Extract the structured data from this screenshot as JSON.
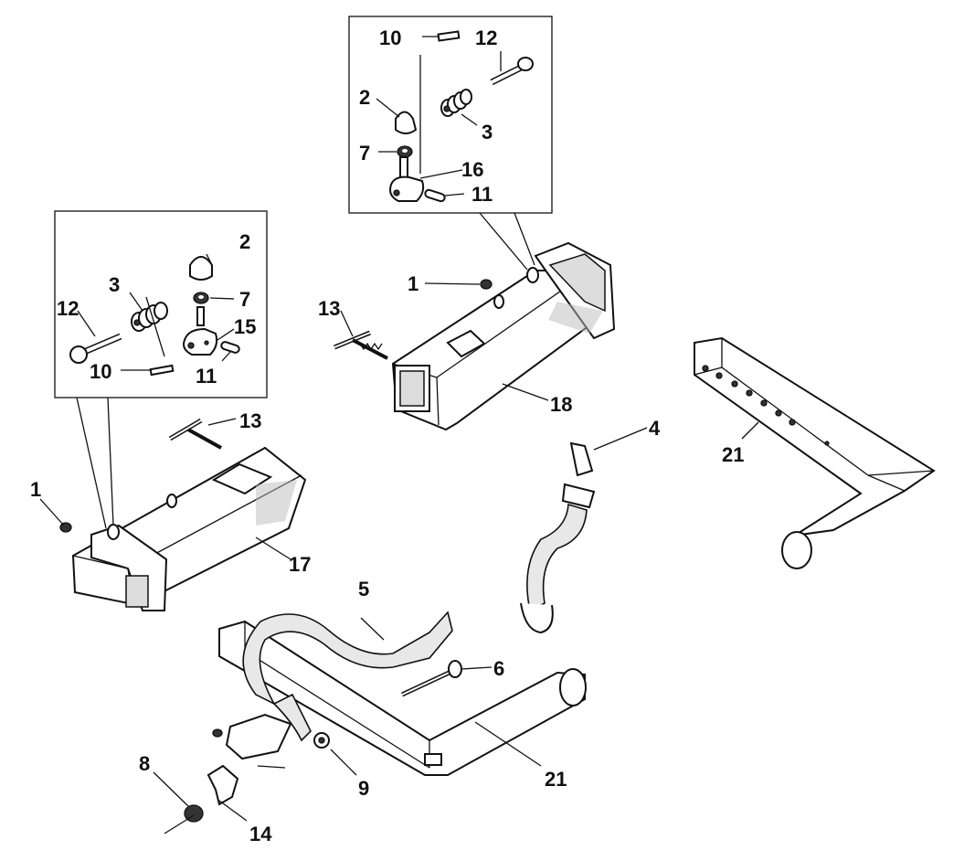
{
  "diagram": {
    "callouts": [
      {
        "id": "c10a",
        "text": "10"
      },
      {
        "id": "c12a",
        "text": "12"
      },
      {
        "id": "c2a",
        "text": "2"
      },
      {
        "id": "c3a",
        "text": "3"
      },
      {
        "id": "c7a",
        "text": "7"
      },
      {
        "id": "c16",
        "text": "16"
      },
      {
        "id": "c11a",
        "text": "11"
      },
      {
        "id": "c1a",
        "text": "1"
      },
      {
        "id": "c13a",
        "text": "13"
      },
      {
        "id": "c18",
        "text": "18"
      },
      {
        "id": "c2b",
        "text": "2"
      },
      {
        "id": "c3b",
        "text": "3"
      },
      {
        "id": "c7b",
        "text": "7"
      },
      {
        "id": "c12b",
        "text": "12"
      },
      {
        "id": "c15",
        "text": "15"
      },
      {
        "id": "c10b",
        "text": "10"
      },
      {
        "id": "c11b",
        "text": "11"
      },
      {
        "id": "c13b",
        "text": "13"
      },
      {
        "id": "c1b",
        "text": "1"
      },
      {
        "id": "c17",
        "text": "17"
      },
      {
        "id": "c4",
        "text": "4"
      },
      {
        "id": "c21a",
        "text": "21"
      },
      {
        "id": "c5",
        "text": "5"
      },
      {
        "id": "c6",
        "text": "6"
      },
      {
        "id": "c21b",
        "text": "21"
      },
      {
        "id": "c8",
        "text": "8"
      },
      {
        "id": "c9",
        "text": "9"
      },
      {
        "id": "c14",
        "text": "14"
      }
    ]
  }
}
